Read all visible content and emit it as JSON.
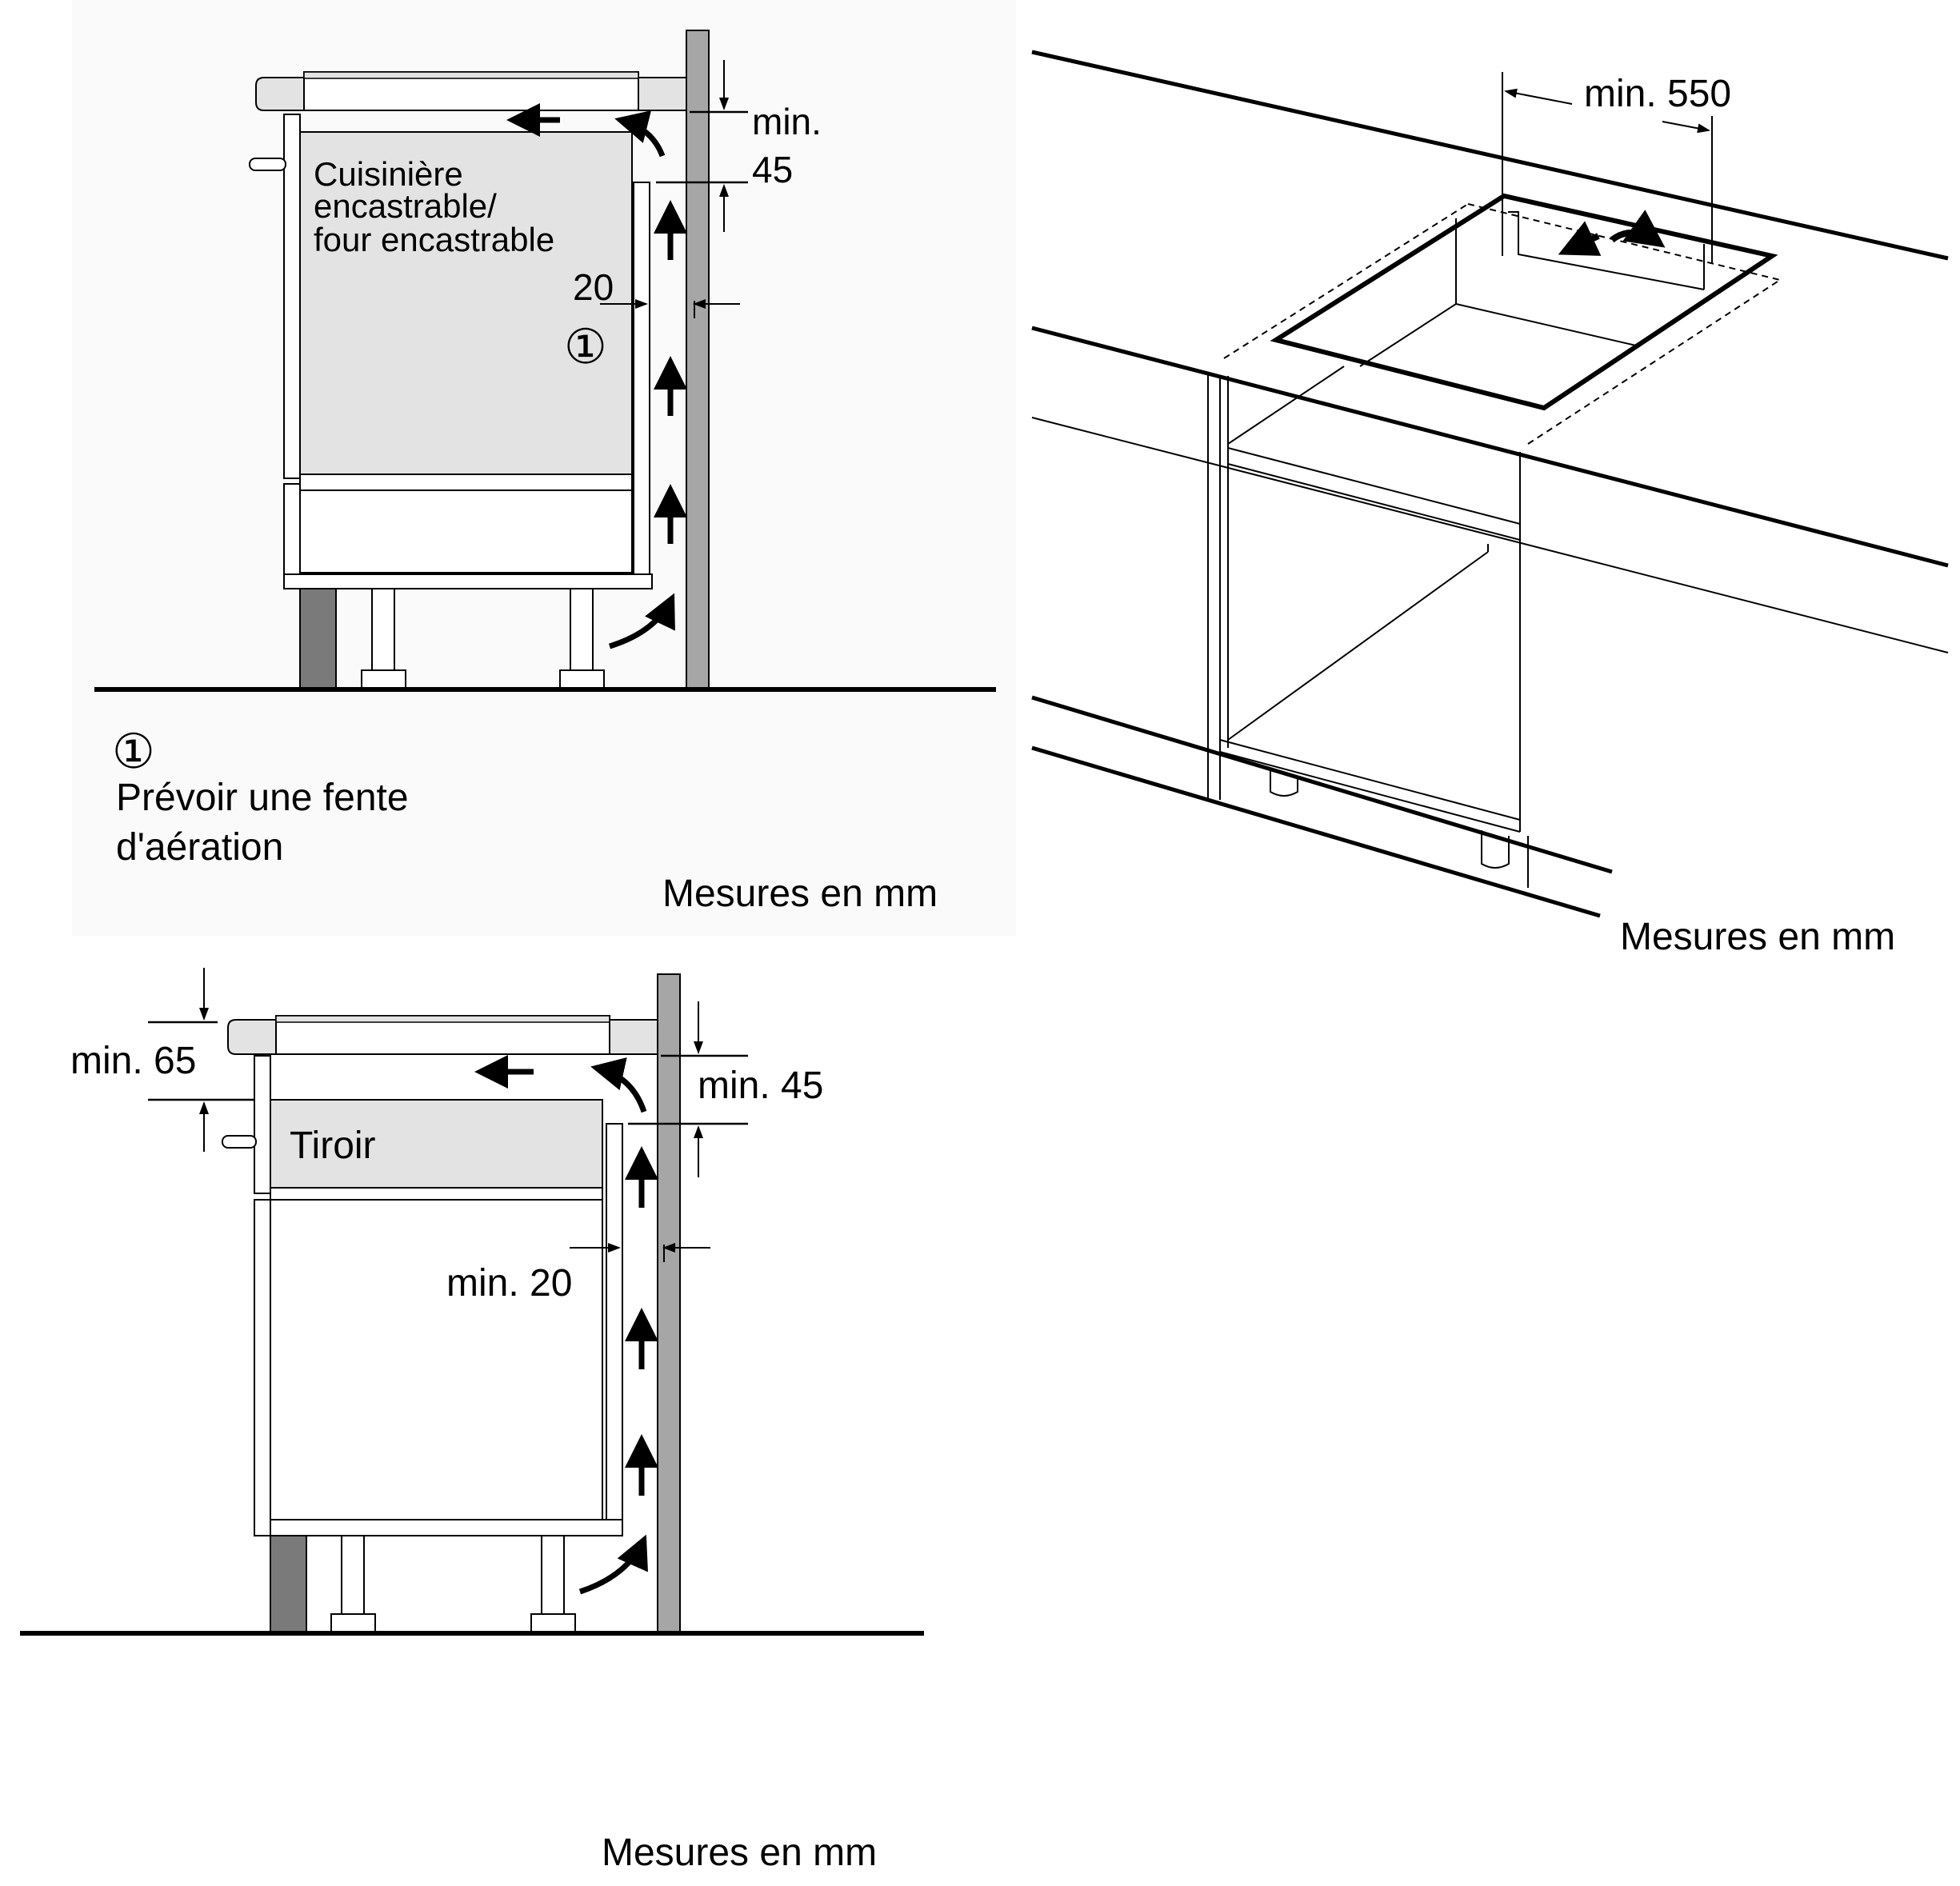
{
  "colors": {
    "panel_background": "#fafafa",
    "appliance_fill": "#e3e3e3",
    "wall_fill": "#a6a6a6",
    "dark_plinth": "#7a7a7a",
    "line": "#000000"
  },
  "diagram_1": {
    "min_label": "min.",
    "gap_45": "45",
    "gap_20": "20",
    "appliance_label_line1": "Cuisinière",
    "appliance_label_line2": "encastrable/",
    "appliance_label_line3": "four encastrable",
    "callout_marker": "①",
    "note_marker": "①",
    "note_line1": "Prévoir une fente",
    "note_line2": "d'aération",
    "units": "Mesures en mm"
  },
  "diagram_2": {
    "min_550": "min. 550",
    "units": "Mesures en mm"
  },
  "diagram_3": {
    "min_65": "min. 65",
    "min_45": "min. 45",
    "min_20": "min. 20",
    "drawer_label": "Tiroir",
    "units": "Mesures en mm"
  }
}
